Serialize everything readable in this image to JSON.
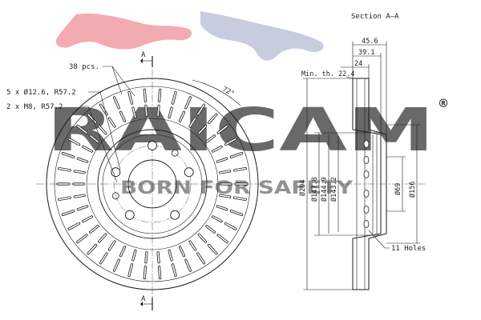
{
  "watermark": {
    "brand": "RAICAM",
    "registered": "®",
    "slogan": "BORN FOR SAFETY",
    "brand_color": "#e8434f",
    "secondary_color": "#8a93b5"
  },
  "front_view": {
    "vent_count_label": "38 pcs.",
    "bolt_holes_label": "5 x Ø12.6, R57.2",
    "thread_holes_label": "2 x M8, R57.2",
    "angle_label": "72°",
    "section_marker": "A"
  },
  "section_view": {
    "title": "Section A–A",
    "dim_width_total": "45.6",
    "dim_width_mid": "39.1",
    "dim_width_inner": "24",
    "min_thickness_label": "Min. th. 22.4",
    "dia_outer": "Ø294",
    "dia_1": "Ø147.8",
    "dia_2": "Ø144.9",
    "dia_3": "Ø143.2",
    "dia_hub": "Ø69",
    "dia_flange": "Ø156",
    "holes_label": "11 Holes"
  },
  "colors": {
    "line": "#1a1a1a",
    "center_line": "#555555"
  }
}
